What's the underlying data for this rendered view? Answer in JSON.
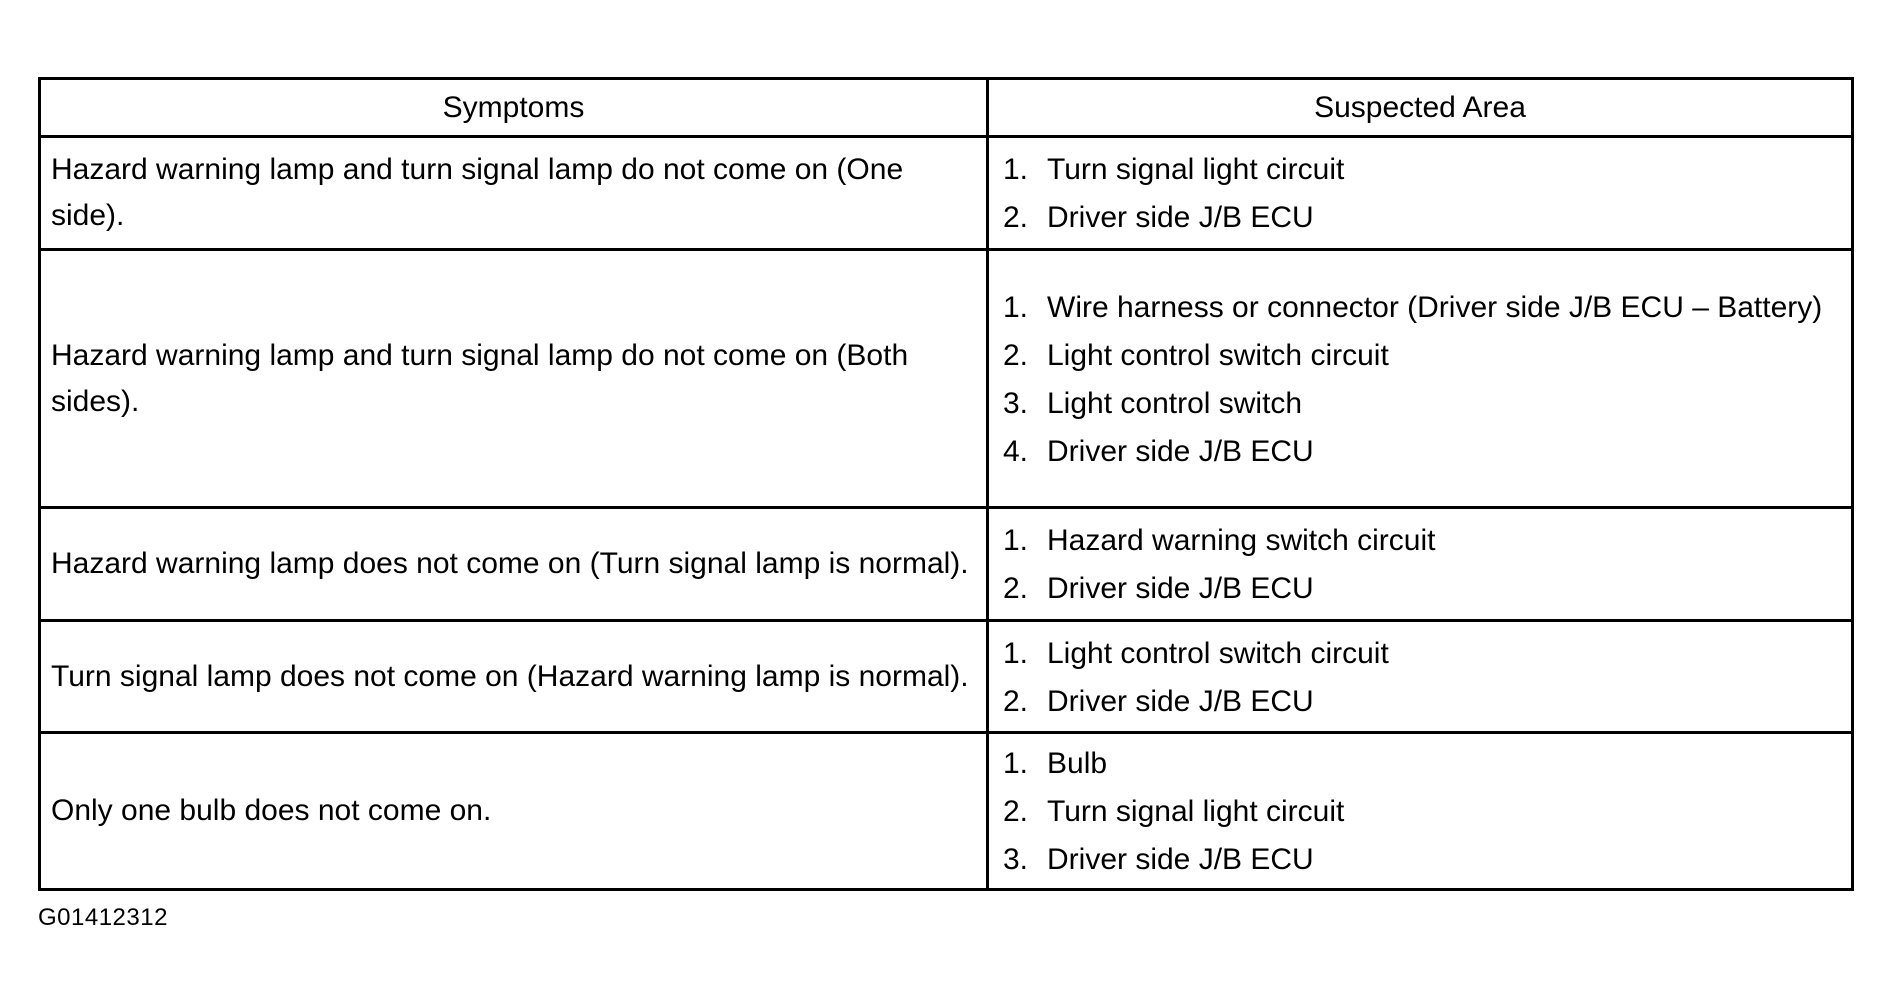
{
  "table": {
    "headers": [
      "Symptoms",
      "Suspected Area"
    ],
    "rows": [
      {
        "symptom": "Hazard warning lamp and turn signal lamp do not come on (One side).",
        "areas": [
          "Turn signal light circuit",
          "Driver side J/B ECU"
        ]
      },
      {
        "symptom": "Hazard warning lamp and turn signal lamp do not come on (Both sides).",
        "areas": [
          "Wire harness or connector (Driver side J/B ECU – Battery)",
          "Light control switch circuit",
          "Light control switch",
          "Driver side J/B ECU"
        ]
      },
      {
        "symptom": "Hazard warning lamp does not come on (Turn signal lamp is normal).",
        "areas": [
          "Hazard warning switch circuit",
          "Driver side J/B ECU"
        ]
      },
      {
        "symptom": "Turn signal lamp does not come on (Hazard warning lamp is normal).",
        "areas": [
          "Light control switch circuit",
          "Driver side J/B ECU"
        ]
      },
      {
        "symptom": "Only one bulb does not come on.",
        "areas": [
          "Bulb",
          "Turn signal light circuit",
          "Driver side J/B ECU"
        ]
      }
    ]
  },
  "figure_code": "G01412312"
}
